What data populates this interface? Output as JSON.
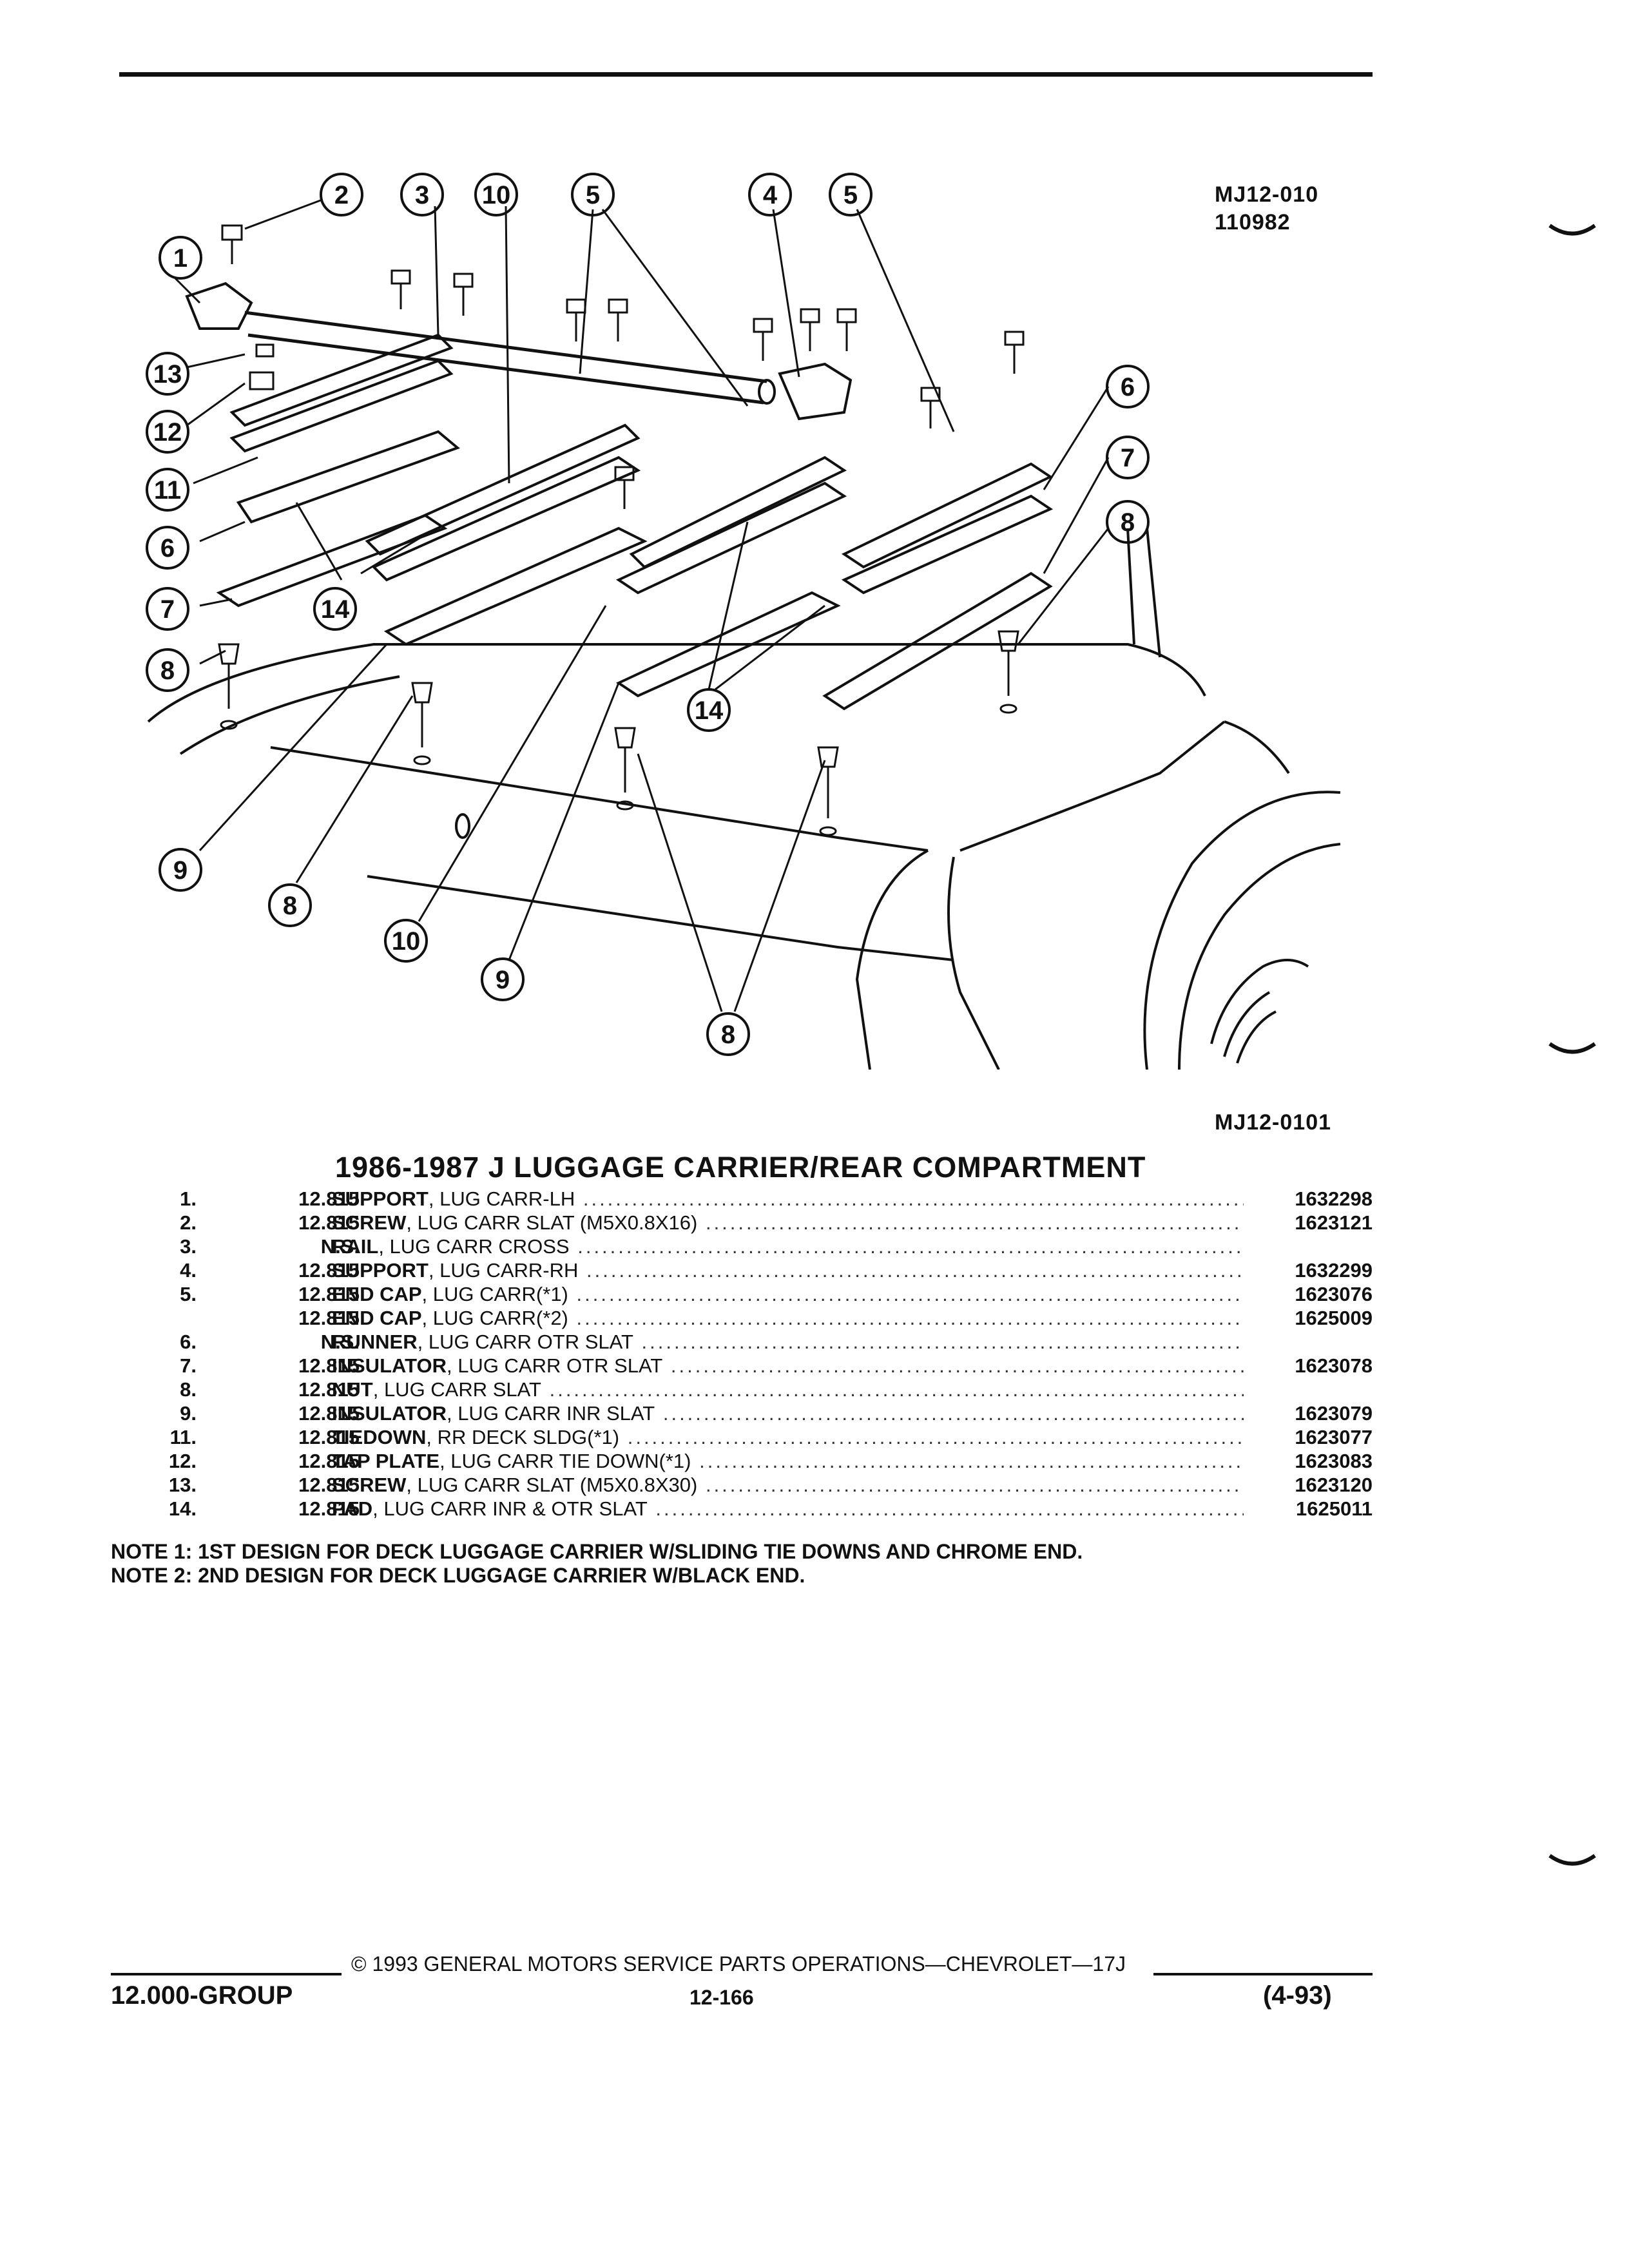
{
  "header": {
    "diagram_ref": "MJ12-010",
    "diagram_date": "110982",
    "illustration_ref": "MJ12-0101"
  },
  "diagram": {
    "callouts": [
      "1",
      "2",
      "3",
      "10",
      "5",
      "4",
      "5",
      "13",
      "12",
      "11",
      "6",
      "7",
      "8",
      "14",
      "6",
      "7",
      "8",
      "14",
      "9",
      "8",
      "10",
      "9",
      "8"
    ]
  },
  "title": "1986-1987 J LUGGAGE CARRIER/REAR COMPARTMENT",
  "parts": [
    {
      "no": "1.",
      "group": "12.815",
      "name": "SUPPORT",
      "desc": ", LUG CARR-LH",
      "part": "1632298"
    },
    {
      "no": "2.",
      "group": "12.815",
      "name": "SCREW",
      "desc": ", LUG CARR SLAT (M5X0.8X16)",
      "part": "1623121"
    },
    {
      "no": "3.",
      "group": "N.S.",
      "name": "RAIL",
      "desc": ", LUG CARR CROSS",
      "part": ""
    },
    {
      "no": "4.",
      "group": "12.815",
      "name": "SUPPORT",
      "desc": ", LUG CARR-RH",
      "part": "1632299"
    },
    {
      "no": "5.",
      "group": "12.815",
      "name": "END CAP",
      "desc": ", LUG CARR(*1)",
      "part": "1623076"
    },
    {
      "no": "",
      "group": "12.815",
      "name": "END CAP",
      "desc": ", LUG CARR(*2)",
      "part": "1625009"
    },
    {
      "no": "6.",
      "group": "N.S.",
      "name": "RUNNER",
      "desc": ", LUG CARR OTR SLAT",
      "part": ""
    },
    {
      "no": "7.",
      "group": "12.815",
      "name": "INSULATOR",
      "desc": ", LUG CARR OTR SLAT",
      "part": "1623078"
    },
    {
      "no": "8.",
      "group": "12.815",
      "name": "NUT",
      "desc": ", LUG CARR SLAT",
      "part": ""
    },
    {
      "no": "9.",
      "group": "12.815",
      "name": "INSULATOR",
      "desc": ", LUG CARR INR SLAT",
      "part": "1623079"
    },
    {
      "no": "11.",
      "group": "12.815",
      "name": "TIEDOWN",
      "desc": ", RR DECK SLDG(*1)",
      "part": "1623077"
    },
    {
      "no": "12.",
      "group": "12.815",
      "name": "TAP PLATE",
      "desc": ", LUG CARR TIE DOWN(*1)",
      "part": "1623083"
    },
    {
      "no": "13.",
      "group": "12.815",
      "name": "SCREW",
      "desc": ", LUG CARR SLAT (M5X0.8X30)",
      "part": "1623120"
    },
    {
      "no": "14.",
      "group": "12.815",
      "name": "PAD",
      "desc": ", LUG CARR INR & OTR SLAT",
      "part": "1625011"
    }
  ],
  "notes": [
    "NOTE  1:  1ST DESIGN FOR DECK LUGGAGE CARRIER W/SLIDING TIE DOWNS AND CHROME END.",
    "NOTE  2:  2ND DESIGN FOR DECK LUGGAGE CARRIER W/BLACK END."
  ],
  "footer": {
    "copyright": "© 1993  GENERAL MOTORS SERVICE PARTS OPERATIONS—CHEVROLET—17J",
    "group": "12.000-GROUP",
    "page": "12-166",
    "date": "(4-93)"
  }
}
